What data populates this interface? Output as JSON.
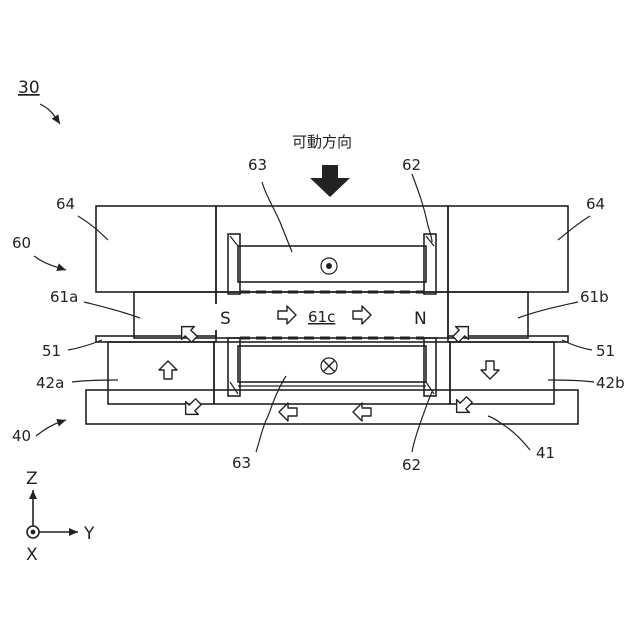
{
  "labels": {
    "fig_ref": "30",
    "moving_direction": "可動方向",
    "top_block_left": "64",
    "top_block_right": "64",
    "coil_top": "63",
    "coil_bottom": "63",
    "coil_wall_top": "62",
    "coil_wall_bottom": "62",
    "assembly_60": "60",
    "magnet_left": "61a",
    "magnet_right": "61b",
    "magnet_center": "61c",
    "pole_s": "S",
    "pole_n": "N",
    "plate_left": "51",
    "plate_right": "51",
    "yoke_left": "42a",
    "yoke_right": "42b",
    "assembly_40": "40",
    "base": "41"
  },
  "axes": {
    "z": "Z",
    "x": "X",
    "y": "Y"
  },
  "colors": {
    "line": "#222222",
    "background": "#ffffff"
  }
}
